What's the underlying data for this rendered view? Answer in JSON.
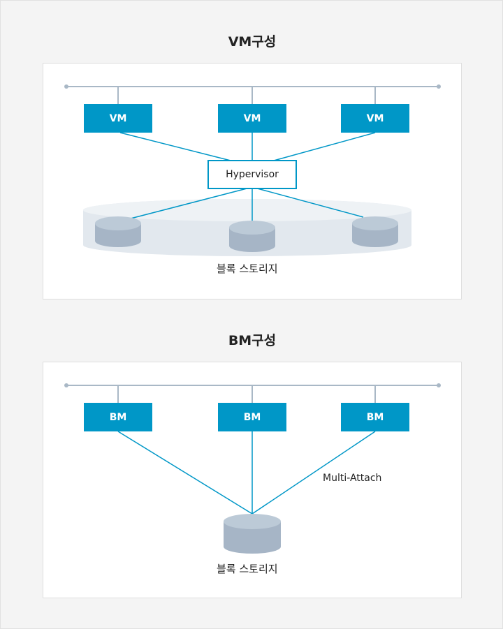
{
  "vm_section": {
    "title": "VM구성",
    "nodes": [
      "VM",
      "VM",
      "VM"
    ],
    "hypervisor": "Hypervisor",
    "storage_label": "블록 스토리지"
  },
  "bm_section": {
    "title": "BM구성",
    "nodes": [
      "BM",
      "BM",
      "BM"
    ],
    "attach_label": "Multi-Attach",
    "storage_label": "블록 스토리지"
  },
  "colors": {
    "node_fill": "#0097c7",
    "connector": "#0097c7",
    "bus_line": "#a9b8c6",
    "disk_body": "#a6b5c6",
    "disk_top": "#bccad7",
    "storage_pool": "#e2e8ee"
  }
}
